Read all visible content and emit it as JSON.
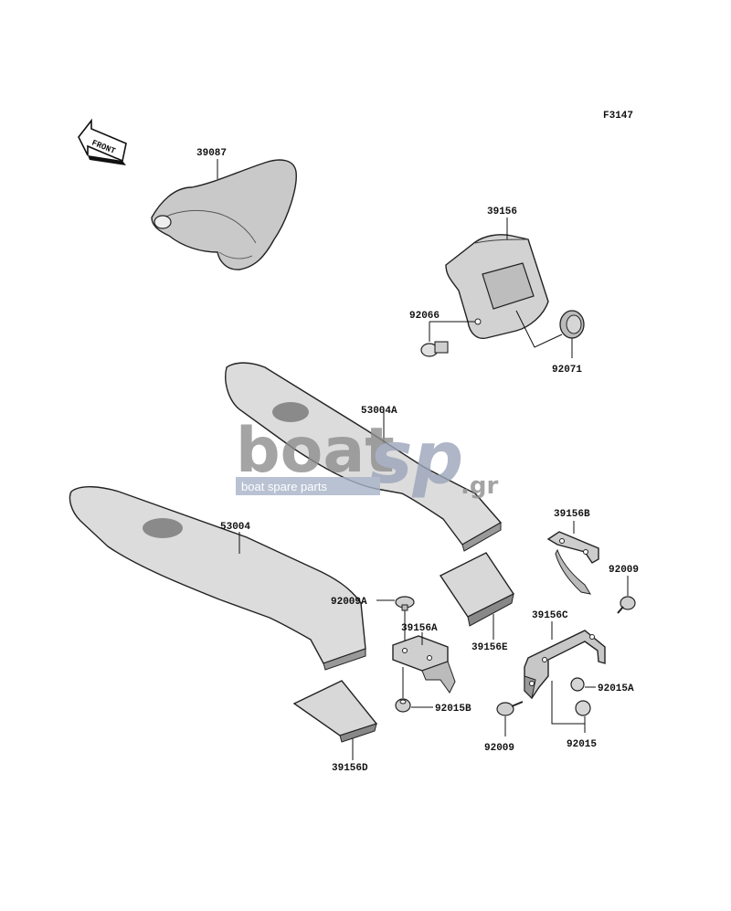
{
  "figure_code": "F3147",
  "front_label": "FRONT",
  "watermark": {
    "brand_main": "boat",
    "brand_accent": "sp",
    "brand_tld": ".gr",
    "tagline": "boat spare parts"
  },
  "parts": {
    "p39087": "39087",
    "p39156": "39156",
    "p92066": "92066",
    "p92071": "92071",
    "p53004A": "53004A",
    "p53004": "53004",
    "p39156B": "39156B",
    "p92009_top": "92009",
    "p92009A": "92009A",
    "p39156A": "39156A",
    "p39156E": "39156E",
    "p39156C": "39156C",
    "p92015A": "92015A",
    "p92015B": "92015B",
    "p92009_bottom": "92009",
    "p92015": "92015",
    "p39156D": "39156D"
  }
}
